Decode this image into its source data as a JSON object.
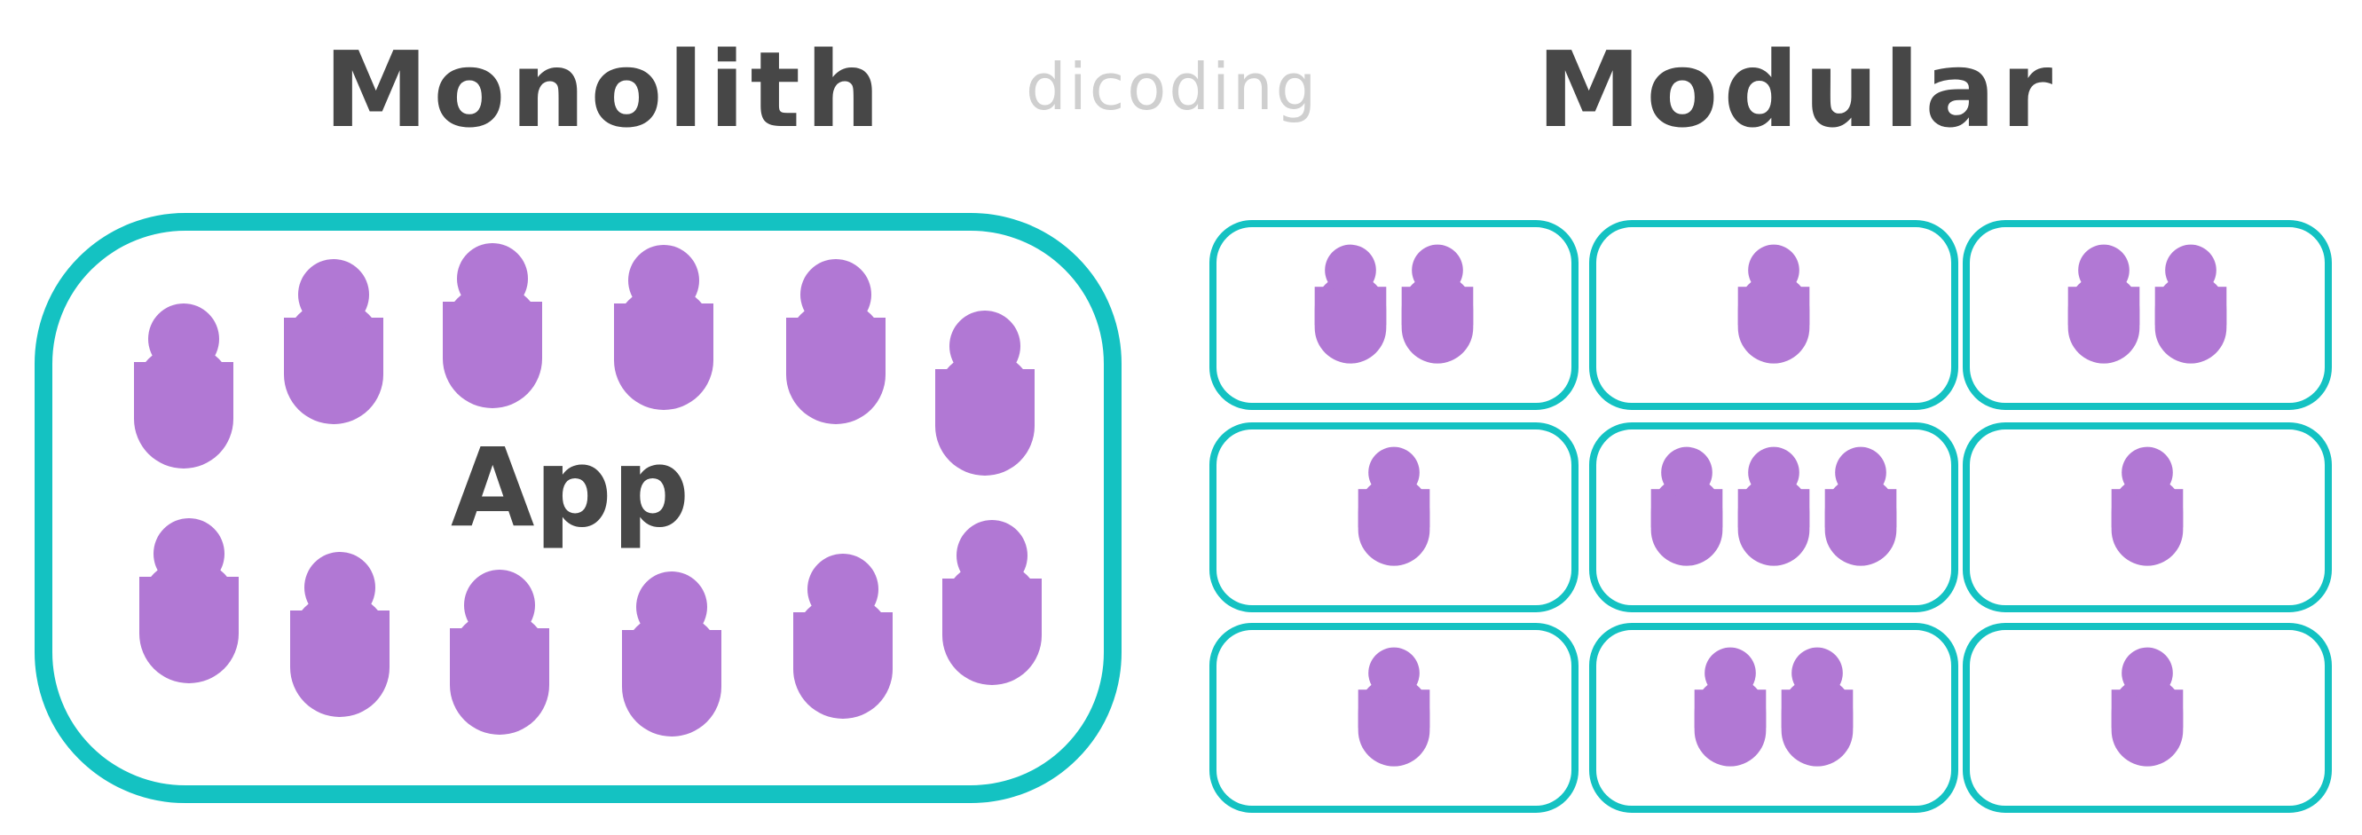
{
  "titles": {
    "left": "Monolith",
    "right": "Modular"
  },
  "watermark": "dicoding",
  "app_label": "App",
  "colors": {
    "border": "#14c2c2",
    "person": "#b178d4",
    "text": "#474747",
    "watermark": "#cfcfcf"
  },
  "icons": {
    "person": "person-icon"
  },
  "monolith": {
    "people_count": 12
  },
  "modules": [
    {
      "people": 2
    },
    {
      "people": 1
    },
    {
      "people": 2
    },
    {
      "people": 1
    },
    {
      "people": 3
    },
    {
      "people": 1
    },
    {
      "people": 1
    },
    {
      "people": 2
    },
    {
      "people": 1
    }
  ]
}
